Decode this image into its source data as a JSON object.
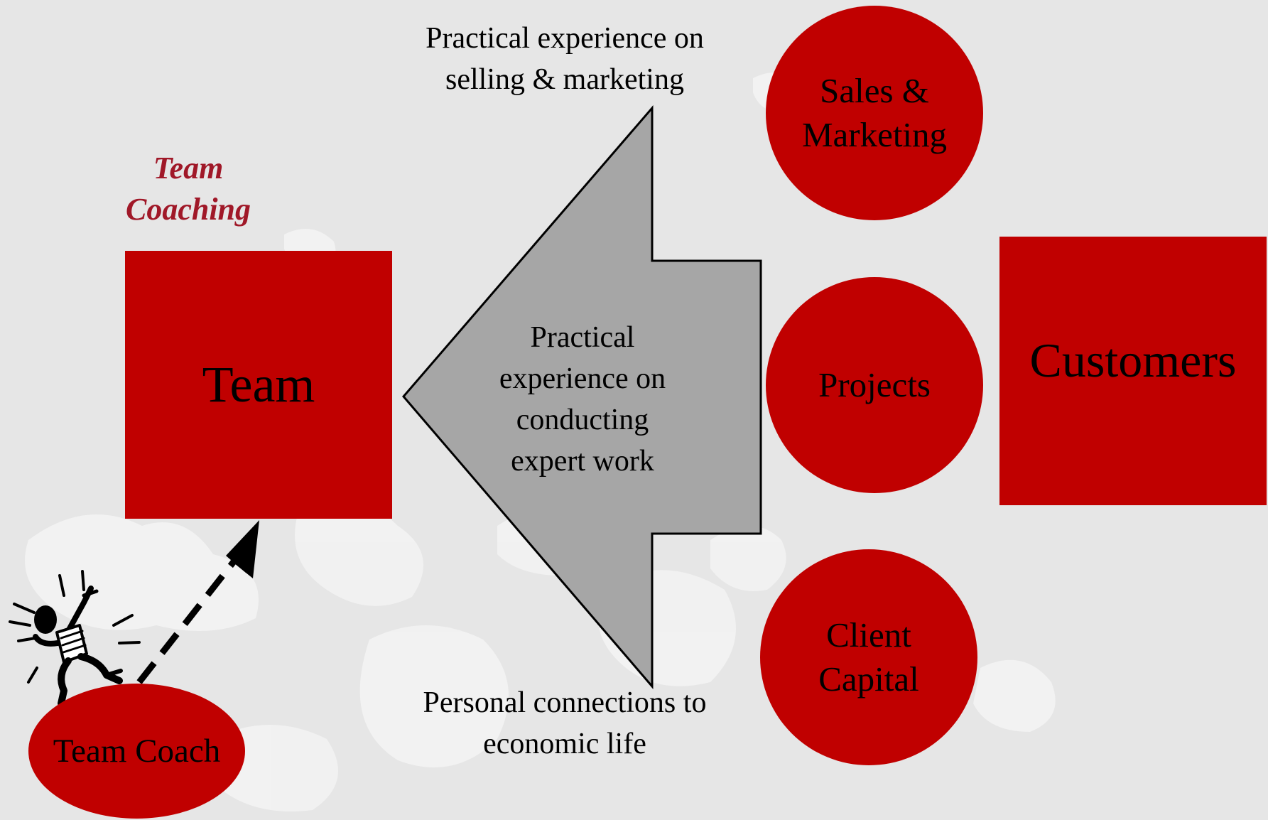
{
  "colors": {
    "background": "#e6e6e6",
    "node_fill": "#c00000",
    "arrow_fill": "#a6a6a6",
    "coaching_text": "#a01828"
  },
  "team_coaching_label": [
    "Team",
    "Coaching"
  ],
  "team_box": "Team",
  "customers_box": "Customers",
  "circles": {
    "sales_marketing": [
      "Sales &",
      "Marketing"
    ],
    "projects": "Projects",
    "client_capital": [
      "Client",
      "Capital"
    ],
    "team_coach": "Team Coach"
  },
  "captions": {
    "top": [
      "Practical experience on",
      "selling & marketing"
    ],
    "center": [
      "Practical",
      "experience on",
      "conducting",
      "expert work"
    ],
    "bottom": [
      "Personal connections to",
      "economic life"
    ]
  },
  "icons": {
    "coach_figure": "excited-referee-figure-icon",
    "coach_arrow": "dashed-arrow-icon",
    "flow_arrow": "left-pointing-block-arrow"
  }
}
